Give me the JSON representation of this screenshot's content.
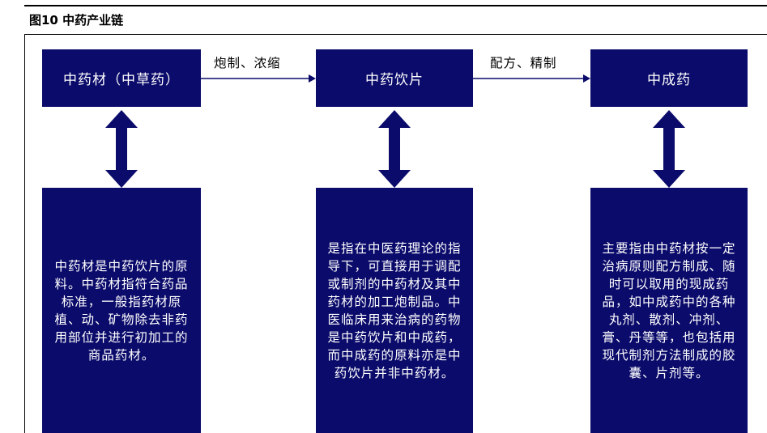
{
  "figure": {
    "title": "图10 中药产业链"
  },
  "stages": [
    {
      "label": "中药材（中草药）",
      "description": "中药材是中药饮片的原料。中药材指符合药品标准，一般指药材原植、动、矿物除去非药用部位并进行初加工的商品药材。"
    },
    {
      "label": "中药饮片",
      "description": "是指在中医药理论的指导下，可直接用于调配或制剂的中药材及其中药材的加工炮制品。中医临床用来治病的药物是中药饮片和中成药，而中成药的原料亦是中药饮片并非中药材。"
    },
    {
      "label": "中成药",
      "description": "主要指由中药材按一定治病原则配方制成、随时可以取用的现成药品，如中成药中的各种丸剂、散剂、冲剂、膏、丹等等，也包括用现代制剂方法制成的胶囊、片剂等。"
    }
  ],
  "steps": [
    {
      "label": "炮制、浓缩"
    },
    {
      "label": "配方、精制"
    }
  ],
  "colors": {
    "box_fill": "#0b0b6b",
    "box_text": "#ffffff",
    "arrow": "#0b0b6b"
  }
}
